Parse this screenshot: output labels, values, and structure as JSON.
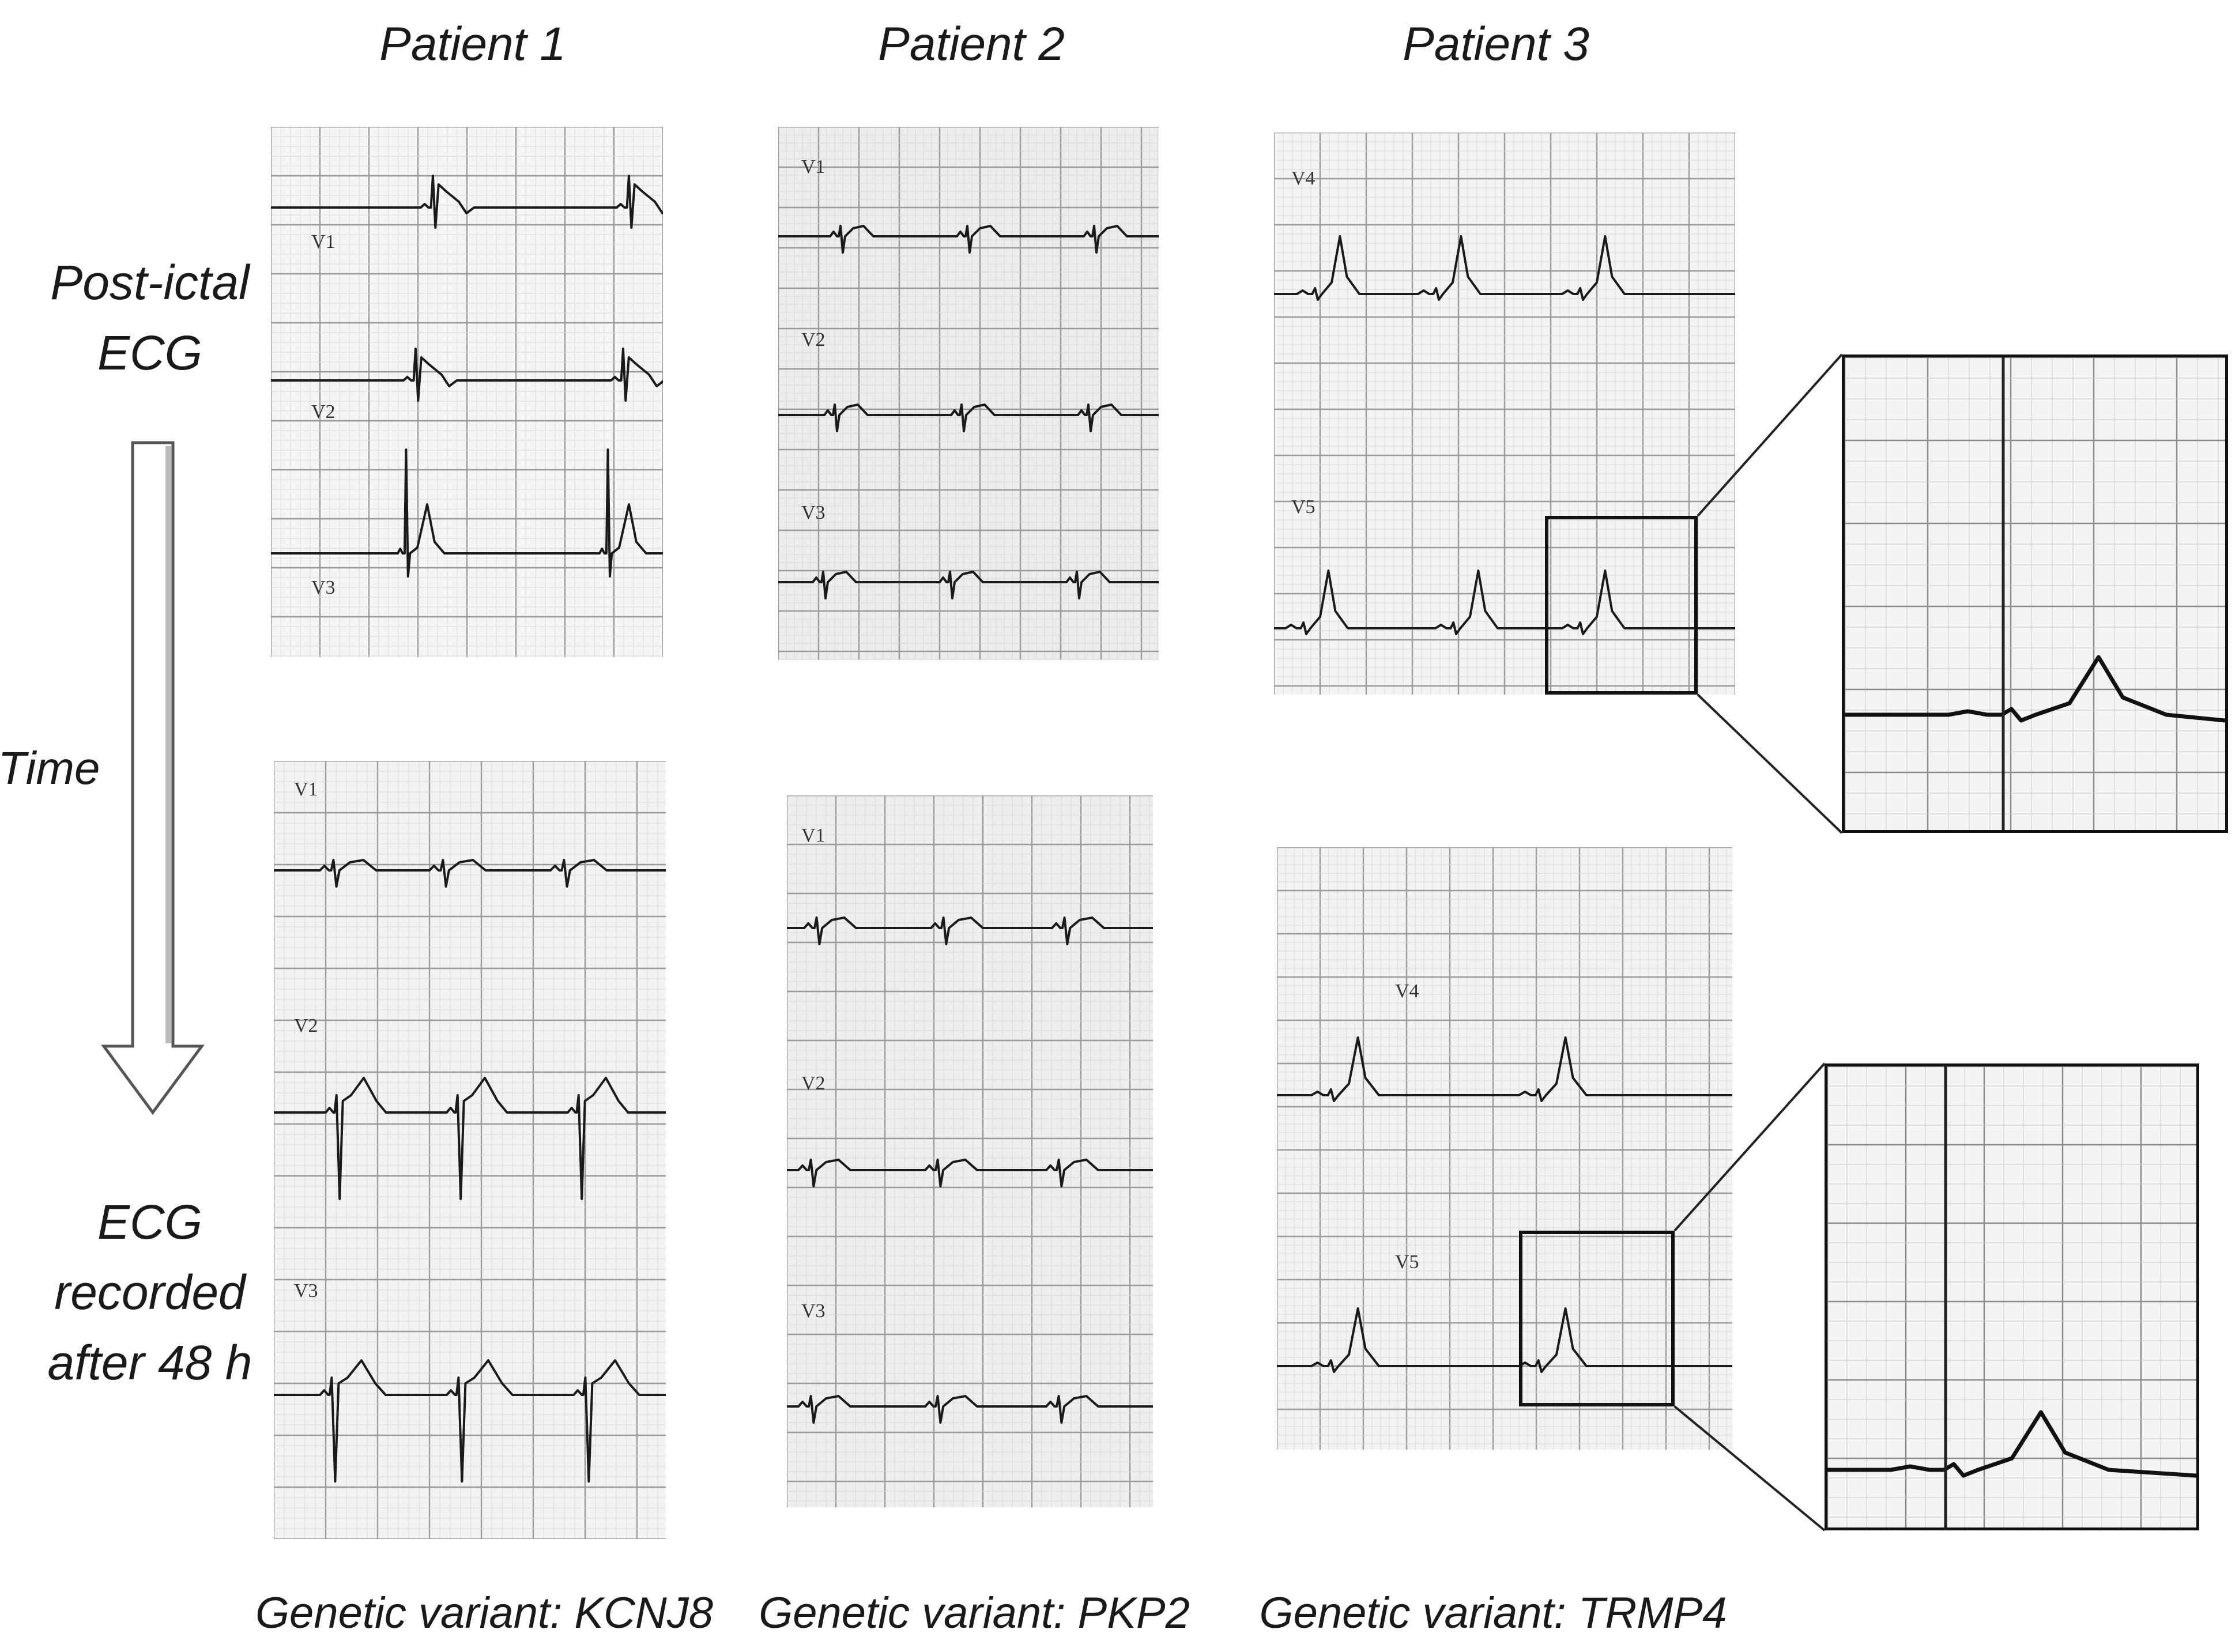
{
  "columns": [
    {
      "title": "Patient 1",
      "variant": "Genetic variant: KCNJ8"
    },
    {
      "title": "Patient 2",
      "variant": "Genetic variant: PKP2"
    },
    {
      "title": "Patient 3",
      "variant": "Genetic variant: TRMP4"
    }
  ],
  "rows": {
    "top_label_line1": "Post-ictal",
    "top_label_line2": "ECG",
    "time_label": "Time",
    "bottom_label_line1": "ECG",
    "bottom_label_line2": "recorded",
    "bottom_label_line3": "after 48 h"
  },
  "leads": {
    "p1_top": [
      "V1",
      "V2",
      "V3"
    ],
    "p2_top": [
      "V1",
      "V2",
      "V3"
    ],
    "p3_top": [
      "V4",
      "V5"
    ],
    "p1_bottom": [
      "V1",
      "V2",
      "V3"
    ],
    "p2_bottom": [
      "V1",
      "V2",
      "V3"
    ],
    "p3_bottom": [
      "V4",
      "V5"
    ]
  },
  "colors": {
    "ink": "#1a1a1a",
    "grid_light": "#d9d9d9",
    "grid_dark": "#9a9a9a",
    "paper": "#f7f7f7"
  }
}
